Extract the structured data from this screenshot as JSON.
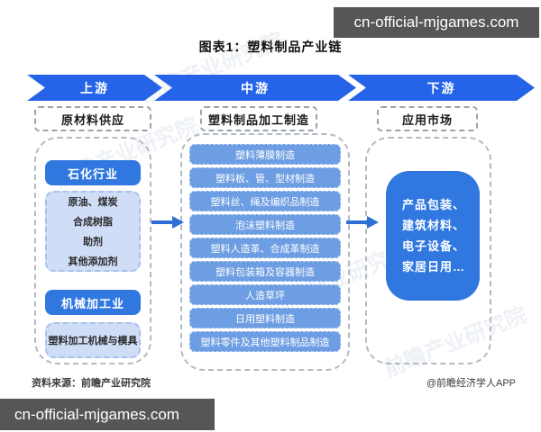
{
  "page_watermark": {
    "top_right": "cn-official-mjgames.com",
    "bottom_left": "cn-official-mjgames.com",
    "faint_background": "前瞻产业研究院"
  },
  "title": "图表1：塑料制品产业链",
  "stages": [
    {
      "label": "上游"
    },
    {
      "label": "中游"
    },
    {
      "label": "下游"
    }
  ],
  "upstream": {
    "header": "原材料供应",
    "petrochemical": {
      "title": "石化行业",
      "items": [
        "原油、煤炭",
        "合成树脂",
        "助剂",
        "其他添加剂"
      ]
    },
    "machinery": {
      "title": "机械加工业",
      "items": [
        "塑料加工机械与模具"
      ]
    }
  },
  "midstream": {
    "header": "塑料制品加工制造",
    "items": [
      "塑料薄膜制造",
      "塑料板、管、型材制造",
      "塑料丝、绳及编织品制造",
      "泡沫塑料制造",
      "塑料人造革、合成革制造",
      "塑料包装箱及容器制造",
      "人造草坪",
      "日用塑料制造",
      "塑料零件及其他塑料制品制造"
    ]
  },
  "downstream": {
    "header": "应用市场",
    "applications": [
      "产品包装、",
      "建筑材料、",
      "电子设备、",
      "家居日用…"
    ]
  },
  "footer": {
    "source": "资料来源：前瞻产业研究院",
    "credit": "@前瞻经济学人APP"
  },
  "colors": {
    "stage_blue": "#2563e8",
    "primary_blue": "#3078e0",
    "item_blue": "#6d9de2",
    "light_blue": "#cfdef6",
    "watermark_gray": "#565656"
  }
}
